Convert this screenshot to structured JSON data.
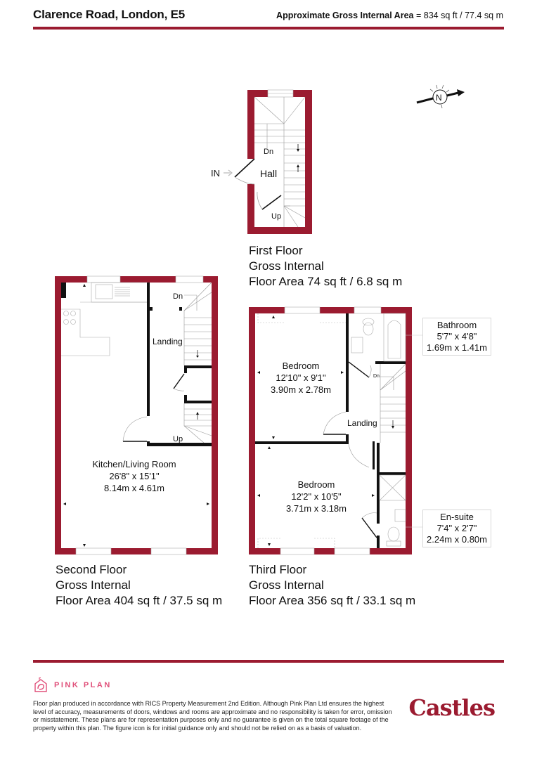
{
  "header": {
    "title": "Clarence Road, London, E5",
    "area_label": "Approximate Gross Internal Area",
    "area_value": "= 834 sq ft / 77.4 sq m"
  },
  "colors": {
    "wall": "#9b1b30",
    "accent": "#9b1b30",
    "pink_brand": "#e0507a"
  },
  "compass": {
    "label": "N",
    "icon": "north-arrow-icon"
  },
  "floors": {
    "first": {
      "name": "First Floor",
      "line2": "Gross Internal",
      "line3": "Floor Area 74 sq ft / 6.8 sq m",
      "entrance": "IN",
      "rooms": [
        {
          "name": "Hall"
        }
      ],
      "stairs": {
        "down": "Dn",
        "up": "Up"
      }
    },
    "second": {
      "name": "Second Floor",
      "line2": "Gross Internal",
      "line3": "Floor Area 404 sq ft / 37.5 sq m",
      "rooms": [
        {
          "name": "Kitchen/Living Room",
          "imperial": "26'8\" x 15'1\"",
          "metric": "8.14m x 4.61m"
        },
        {
          "name": "Landing"
        }
      ],
      "stairs": {
        "down": "Dn",
        "up": "Up"
      }
    },
    "third": {
      "name": "Third Floor",
      "line2": "Gross Internal",
      "line3": "Floor Area 356 sq ft / 33.1 sq m",
      "rooms": [
        {
          "name": "Bedroom",
          "imperial": "12'10\" x 9'1\"",
          "metric": "3.90m x 2.78m"
        },
        {
          "name": "Bedroom",
          "imperial": "12'2\" x 10'5\"",
          "metric": "3.71m x 3.18m"
        },
        {
          "name": "Landing"
        },
        {
          "name": "Bathroom",
          "imperial": "5'7\" x 4'8\"",
          "metric": "1.69m x 1.41m"
        },
        {
          "name": "En-suite",
          "imperial": "7'4\" x 2'7\"",
          "metric": "2.24m x 0.80m"
        }
      ],
      "stairs": {
        "down": "Dn"
      }
    }
  },
  "footer": {
    "brand": "PINK PLAN",
    "disclaimer": "Floor plan produced in accordance with RICS Property Measurement 2nd Edition. Although Pink Plan Ltd ensures the highest level of accuracy, measurements of doors, windows and rooms are approximate and no responsibility is taken for error, omission or misstatement. These plans are for representation purposes only and no guarantee is given on the total square footage of the property within this plan. The figure icon is for initial guidance only and should not be relied on as a basis of valuation.",
    "agent_logo": "Castles"
  }
}
